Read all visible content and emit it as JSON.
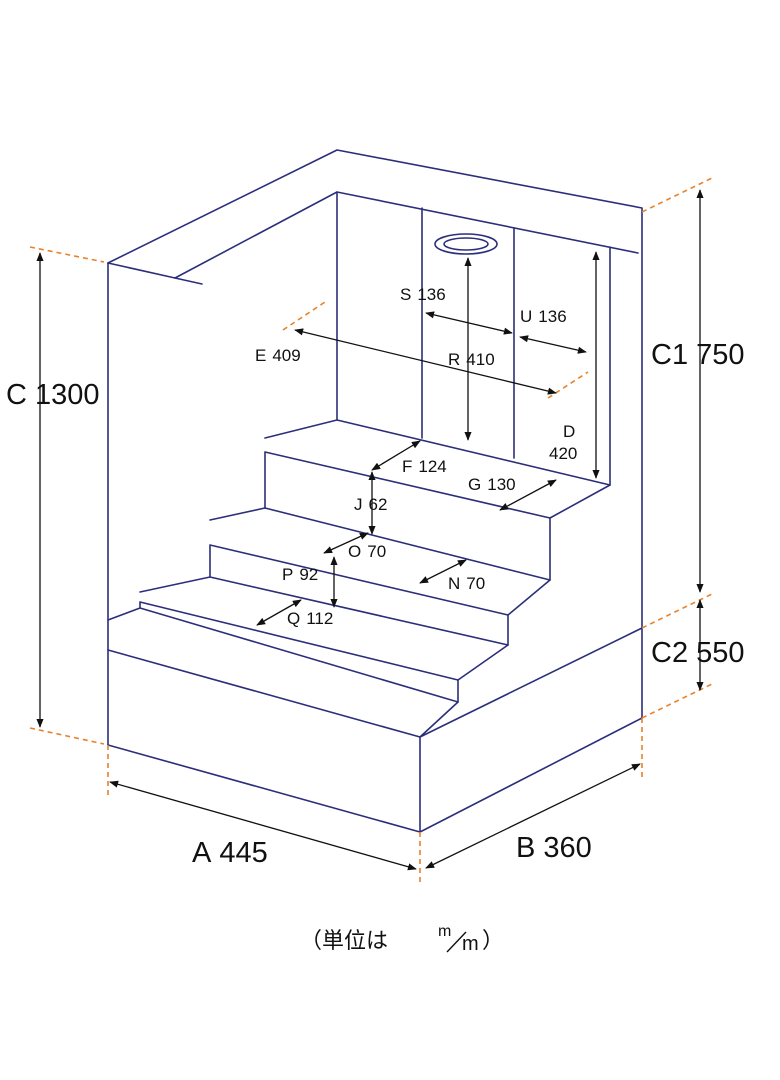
{
  "dimensions": {
    "C": {
      "letter": "C",
      "value": "1300"
    },
    "C1": {
      "letter": "C1",
      "value": "750"
    },
    "C2": {
      "letter": "C2",
      "value": "550"
    },
    "A": {
      "letter": "A",
      "value": "445"
    },
    "B": {
      "letter": "B",
      "value": "360"
    },
    "S": {
      "letter": "S",
      "value": "136"
    },
    "U": {
      "letter": "U",
      "value": "136"
    },
    "E": {
      "letter": "E",
      "value": "409"
    },
    "R": {
      "letter": "R",
      "value": "410"
    },
    "D": {
      "letter": "D",
      "value": "420"
    },
    "F": {
      "letter": "F",
      "value": "124"
    },
    "G": {
      "letter": "G",
      "value": "130"
    },
    "J": {
      "letter": "J",
      "value": "62"
    },
    "O": {
      "letter": "O",
      "value": "70"
    },
    "P": {
      "letter": "P",
      "value": "92"
    },
    "N": {
      "letter": "N",
      "value": "70"
    },
    "Q": {
      "letter": "Q",
      "value": "112"
    }
  },
  "unit_note": {
    "prefix": "（単位は",
    "num": "m",
    "den": "m",
    "suffix": "）"
  },
  "colors": {
    "outline": "#2b2f7a",
    "guide": "#e8822a",
    "dimension": "#111111"
  }
}
